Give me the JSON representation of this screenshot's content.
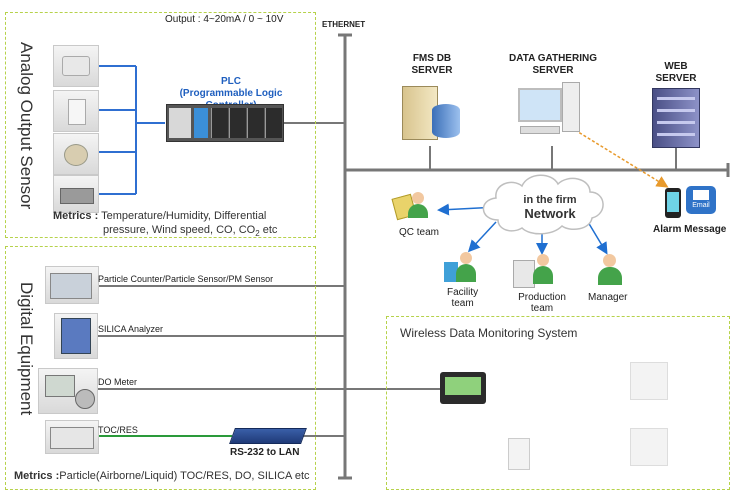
{
  "analog": {
    "output_label": "Output : 4~20mA / 0 ~ 10V",
    "section_title": "Analog Output Sensor",
    "metrics_prefix": "Metrics :",
    "metrics_line1": "Temperature/Humidity, Differential",
    "metrics_line2_pre": "pressure, Wind speed, CO, CO",
    "metrics_line2_sub": "2",
    "metrics_line2_post": " etc"
  },
  "plc": {
    "label1": "PLC",
    "label2": "(Programmable Logic Controller)"
  },
  "ethernet_label": "ETHERNET",
  "servers": {
    "fms_line1": "FMS DB",
    "fms_line2": "SERVER",
    "gathering_line1": "DATA GATHERING",
    "gathering_line2": "SERVER",
    "web_line1": "WEB",
    "web_line2": "SERVER"
  },
  "network": {
    "line1": "in the firm",
    "line2": "Network",
    "qc": "QC team",
    "facility_line1": "Facility",
    "facility_line2": "team",
    "production_line1": "Production",
    "production_line2": "team",
    "manager": "Manager",
    "alarm": "Alarm Message",
    "email_icon_text": "Email"
  },
  "digital": {
    "section_title": "Digital Equipment",
    "particle": "Particle Counter/Particle Sensor/PM Sensor",
    "silica": "SILICA Analyzer",
    "do_meter": "DO Meter",
    "toc": "TOC/RES",
    "rs232": "RS-232 to LAN",
    "metrics_prefix": "Metrics :",
    "metrics_text": "Particle(Airborne/Liquid) TOC/RES, DO, SILICA etc"
  },
  "wireless": {
    "title": "Wireless Data Monitoring System"
  },
  "colors": {
    "analog_bus": "#2f6fd1",
    "dashed_border": "#b6d24a",
    "plc_label": "#1f5fbf",
    "network_arrow": "#1f6fd1",
    "alarm_arrow": "#e89a2c",
    "rs232_line": "#2a9a3a",
    "backbone": "#777777"
  }
}
